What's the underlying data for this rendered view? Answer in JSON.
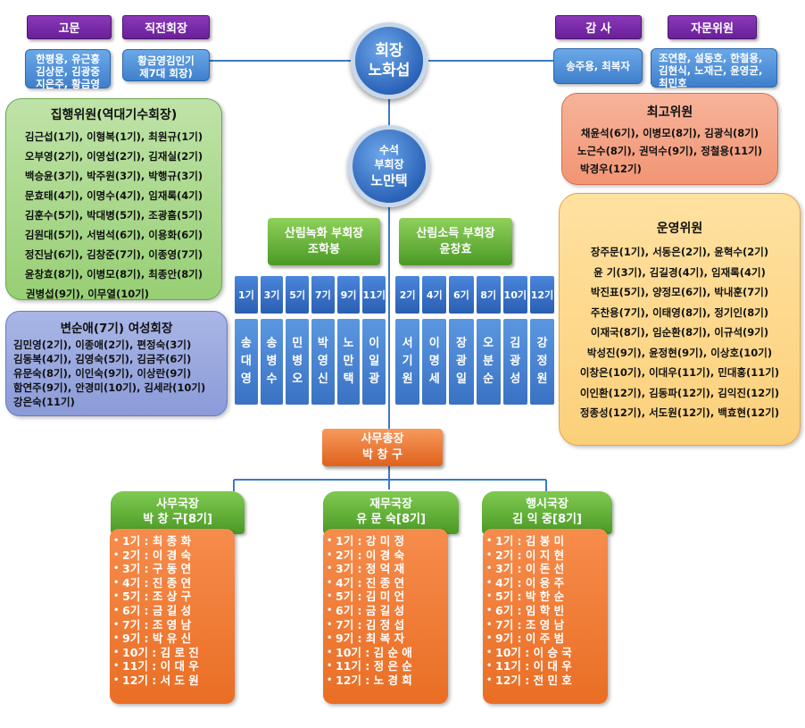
{
  "top_left": {
    "advisor_label": "고문",
    "advisor_names": [
      "한평용, 유근홍",
      "김상문, 김광중",
      "지은주, 황금영"
    ],
    "past_label": "직전회장",
    "past_names": [
      "황금영김인기",
      "제7대 회장)"
    ]
  },
  "top_right": {
    "auditor_label": "감 사",
    "auditor_names": [
      "송주용, 최복자"
    ],
    "consult_label": "자문위원",
    "consult_names": [
      "조연환, 설동호, 한철용,",
      "김현식, 노재근, 윤영균,",
      "최민호"
    ]
  },
  "president": {
    "title": "회장",
    "name": "노화섭"
  },
  "senior_vp": {
    "line1": "수석",
    "line2": "부회장",
    "name": "노만택"
  },
  "executive": {
    "title": "집행위원(역대기수회장)",
    "lines": [
      "김근섭(1기), 이형복(1기), 최원규(1기)",
      "오부영(2기), 이영섭(2기), 김재실(2기)",
      "백승윤(3기), 박주원(3기), 박행규(3기)",
      "문효태(4기), 이명수(4기), 임재록(4기)",
      "김훈수(5기), 박대병(5기), 조광흠(5기)",
      "김원대(5기), 서범석(6기), 이용화(6기)",
      "정진남(6기), 김창준(7기), 이종영(7기)",
      "윤창효(8기), 이병모(8기), 최종안(8기)",
      "권병섭(9기), 이무열(10기)"
    ]
  },
  "women": {
    "title": "변순애(7기) 여성회장",
    "lines": [
      "김민영(2기), 이종애(2기), 편정숙(3기)",
      "김동복(4기), 김영숙(5기), 김금주(6기)",
      "유문숙(8기), 이인숙(9기), 이상란(9기)",
      "함연주(9기), 안경미(10기), 김세라(10기)",
      "강은숙(11기)"
    ]
  },
  "supreme": {
    "title": "최고위원",
    "lines": [
      "채윤석(6기), 이병모(8기),  김광식(8기)",
      "노근수(8기), 권덕수(9기), 정철용(11기)",
      "박경우(12기)"
    ]
  },
  "operating": {
    "title": "운영위원",
    "lines": [
      "장주문(1기), 서동은(2기), 윤혁수(2기)",
      "윤   기(3기), 김길경(4기), 임재록(4기)",
      "박진표(5기), 양정모(6기), 박내훈(7기)",
      "주찬용(7기), 이태영(8기), 정기인(8기)",
      "이재국(8기), 임순환(8기), 이규석(9기)",
      "박성진(9기), 윤정현(9기), 이상호(10기)",
      "이창은(10기), 이대우(11기), 민대홍(11기)",
      "이인환(12기), 김동파(12기), 김익진(12기)",
      "정종성(12기), 서도원(12기), 백효현(12기)"
    ]
  },
  "forest_green": {
    "label": "산림녹화 부회장",
    "name": "조학봉",
    "gens": [
      "1기",
      "3기",
      "5기",
      "7기",
      "9기",
      "11기"
    ],
    "names": [
      [
        "송",
        "대",
        "영"
      ],
      [
        "송",
        "병",
        "수"
      ],
      [
        "민",
        "병",
        "오"
      ],
      [
        "박",
        "영",
        "신"
      ],
      [
        "노",
        "만",
        "택"
      ],
      [
        "이",
        "일",
        "광"
      ]
    ]
  },
  "forest_income": {
    "label": "산림소득 부회장",
    "name": "윤창효",
    "gens": [
      "2기",
      "4기",
      "6기",
      "8기",
      "10기",
      "12기"
    ],
    "names": [
      [
        "서",
        "기",
        "원"
      ],
      [
        "이",
        "명",
        "세"
      ],
      [
        "장",
        "광",
        "일"
      ],
      [
        "오",
        "분",
        "순"
      ],
      [
        "김",
        "광",
        "성"
      ],
      [
        "강",
        "정",
        "원"
      ]
    ]
  },
  "secretary_general": {
    "title": "사무총장",
    "name": "박 창 구"
  },
  "departments": [
    {
      "title": "사무국장",
      "head": "박 창 구[8기]",
      "items": [
        "1기 : 최 종 화",
        "2기 : 이 경 숙",
        "3기 : 구 동 연",
        "4기 : 진 종 연",
        "5기 : 조 상 구",
        "6기 : 금 길 성",
        "7기 : 조 영 남",
        "9기 : 박 유 신",
        "10기 : 김 로 진",
        "11기 : 이 대 우",
        "12기 : 서 도 원"
      ]
    },
    {
      "title": "재무국장",
      "head": "유 문 숙[8기]",
      "items": [
        "1기 : 강 미 정",
        "2기 : 이 경 숙",
        "3기 : 정 억 재",
        "4기 : 진 종 연",
        "5기 : 김 미 언",
        "6기 : 금 길 성",
        "7기 : 김 정 섭",
        "9기 : 최 복 자",
        "10기 : 김 순 애",
        "11기 : 정 은 순",
        "12기 : 노 경 희"
      ]
    },
    {
      "title": "행시국장",
      "head": "김 익 중[8기]",
      "items": [
        "1기 : 김 봉 미",
        "2기 : 이 지 현",
        "3기 : 이 돈 선",
        "4기 : 이 용 주",
        "5기 : 박 한 순",
        "6기 : 임 학 빈",
        "7기 : 조 영 남",
        "9기 : 이 주 범",
        "10기 : 이 승 국",
        "11기 : 이 대 우",
        "12기 : 전 민 호"
      ]
    }
  ]
}
